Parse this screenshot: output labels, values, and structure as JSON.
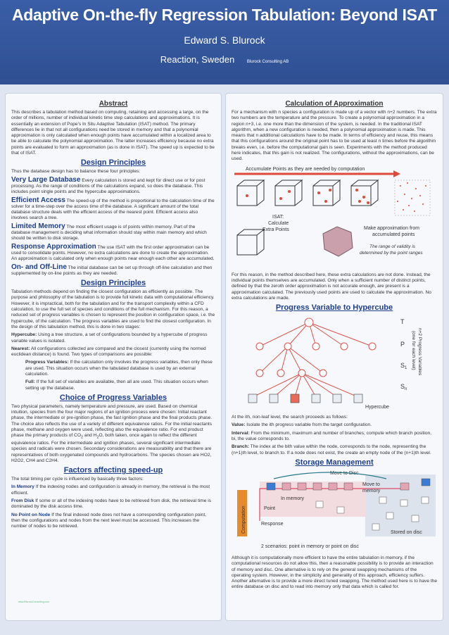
{
  "header": {
    "title": "Adaptive On-the-fly Regression Tabulation: Beyond ISAT",
    "author": "Edward S. Blurock",
    "affiliation": "Reaction, Sweden",
    "affiliation_small": "Blurock Consulting AB"
  },
  "abstract": {
    "heading": "Abstract",
    "text": "This describes a tabulation method based on computing, retaining and accessing a large, on the order of millions, number of individual kinetic time step calculations and approximations. It is essentially an extension of Pope's In Situ Adaptive Tabulation (ISAT) method. The primary differences lie in that not all configurations need be stored in memory and that a polynomial approximation is only calculated when enough points have accumulated within a localized area to be able to calculate the polynomial approximation. The latter increases efficiency because no extra points are evaluated to form an approximation (as is done in ISAT). The speed up is expected to be that of ISAT."
  },
  "design": {
    "heading": "Design Principles",
    "intro": "Thus the database design has to balance these four principles:",
    "items": [
      {
        "title": "Very Large Database",
        "text": "Every calculation is stored and kept for direct use or for post processing. As the range of conditions of the calculations expand, so does the database. This includes point single points and the hypercube approximations."
      },
      {
        "title": "Efficient Access",
        "text": "The speed-up of the method is proportional to the calculation time of the solver for a time-step over the access time of the database. A significant amount of the total database structure deals with the efficient access of the nearest point. Efficient access also involves search a tree."
      },
      {
        "title": "Limited Memory",
        "text": "The most efficient usage is of points within memory. Part of the database management is deciding what information should stay within main memory and which should be written to disk storage."
      },
      {
        "title": "Response Approximation",
        "text": "The use ISAT with the first order approximation can be used to consolidate points. However, no extra calculations are done to create the approximation. An approximation is calculated only when enough points near enough each other are accumulated."
      },
      {
        "title": "On- and Off-Line",
        "text": "The initial database can be set up through off-line calculation and then supplemented by on-line points as they are needed."
      }
    ]
  },
  "design2": {
    "heading": "Design Principles",
    "text": "Tabulation methods depend on finding the closest configuration as efficiently as possible. The purpose and philosophy of the tabulation is to provide full kinetic data with computational efficiency. However, it is impractical, both for the tabulation and for the transport complexity within a CFD calculation, to use the full set of species and conditions of the full mechanism. For this reason, a reduced set of progress variables is chosen to represent the position in configuration space, i.e. the hypercube, of the calculation. The progress variables are used to find the closest configuration. In the design of this tabulation method, this is done in two stages:",
    "hypercube_label": "Hypercube:",
    "hypercube_text": "Using a tree structure, a set of configurations bounded by a hypercube of progress variable values is isolated.",
    "nearest_label": "Nearest:",
    "nearest_text": "All configurations collected are compared and the closest (currently using the normed euclidean distance) is found. Two types of comparisons are possible:",
    "pv_label": "Progress Variables:",
    "pv_text": "If the calculation only involves the progress variables, then only these are used. This situation occurs when the tabulated database is used by an external calculation.",
    "full_label": "Full:",
    "full_text": "If the full set of variables are available, then all are used. This situation occurs when setting up the database."
  },
  "choice": {
    "heading": "Choice of Progress Variables",
    "text1": "Two physical parameters, namely temperature and pressure, are used. Based on chemical intuition, species from the four major regions of an ignition process were chosen: Initial reactant phase, the intermediate or pre-ignition phase, the fast ignition phase and the final products phase. The choice also reflects the use of a variety of different equivalence ratios. For the initial reactants phase, methane and oxygen were used, reflecting also the equivalence ratio. For end product phase the primary products of CO",
    "text2": "2",
    "text3": " and H",
    "text4": "2",
    "text5": "O, both taken, once again to reflect the different equivalence ratios. For the intermediate and ignition phases, several significant intermediate species and radicals were chosen. Secondary considerations are measurability and that there are representatives of both oxygenated compounds and hydrocarbons. The species chosen are HO2, H2O2, CH4 and C2H4."
  },
  "factors": {
    "heading": "Factors affecting speed-up",
    "intro": "The total timing per cycle is influenced by basically three factors:",
    "items": [
      {
        "title": "In Memory",
        "text": "If the indexing nodes and configuration is already in memory, the retrieval is the most efficient."
      },
      {
        "title": "From Disk",
        "text": "If some or all of the indexing nodes have to be retrieved from disk, the retrieval time is dominated by the disk access time."
      },
      {
        "title": "No Point on Node",
        "text": "If the final indexed node does not have a corresponding configuration point, then the configurations and nodes from the next level must be accessed. This increases the number of nodes to be retrieved."
      }
    ],
    "footnote": "www.BlurockConsulting.com"
  },
  "calc": {
    "heading": "Calculation of Approximation",
    "text": "For a mechanism with n species a configuration is made up of a vector with n+2 numbers. The extra two numbers are the temperature and the pressure. To create a polynomial approximation in a region n+3, i.e. one more than the dimension of the system, is needed. In the traditional ISAT algorithm, when a new configuration is needed, then a polynomial approximation is made. This means that n additional calculations have to be made. In terms of efficiency and reuse, this means that this configurations around the original point has to be used at least n times before the algorithm breaks even, i.e. before the computational gain is seen. Experiments with the method produced here indicates, that this gain is not realized. The configurations, without the approximations, can be used.",
    "fig_top": "Accumulate Points as they are needed by computation",
    "fig_isat": "ISAT:\nCalculate\nExtra Points",
    "fig_make": "Make approximation from accumulated points",
    "fig_range": "The range of validity is determined by the point ranges",
    "text2": "For this reason, in the method described here, these extra calculations are not done. Instead, the individual points themselves are accumulated. Only when a sufficient number of distinct points, defined by that the zeroth order approximation is not accurate enough, are present is a approximation calculated. The previously used points are used to calculate the approximation. No extra calculations are made."
  },
  "pvh": {
    "heading": "Progress Variable to Hypercube",
    "side_label": "n+2 Progress Variables (one for each level)",
    "levels": [
      "T",
      "P",
      "S1",
      "Sn"
    ],
    "hypercube_label": "Hypercube",
    "text_intro": "At the ith, non-leaf level, the search proceeds as follows:",
    "value_label": "Value:",
    "value_text": "Isolate the ith progress variable from the target configuration.",
    "interval_label": "Interval:",
    "interval_text": "From the minimum, maximum and number of branches, compute which branch position, bi, the value corresponds to.",
    "branch_label": "Branch:",
    "branch_text": "The index at the bith value within the node, corresponds to the node, representing the (n+1)th level, to branch to. If a node does not exist, the create an empty node of the (n+1)th level."
  },
  "storage": {
    "heading": "Storage Management",
    "move_disc": "Move to Disc",
    "move_memory": "Move to memory",
    "in_memory": "In memory",
    "point": "Point",
    "response": "Response",
    "computation": "Computation",
    "stored": "Stored on disc",
    "scenarios": "2 scenarios: point in memory or point on disc",
    "text": "Although it is computationally more efficient to have the entire tabulation in memory, if the computational resources do not allow this, then a reasonable possibility is to provide an interaction of memory and disc. One alternative is to rely on the general swapping mechanisms of the operating system. However, in the simplicity and generality of this approach, efficiency suffers. Another alternative is to provide a more direct tuned swapping. The method used here is to have the entire database on disc and to read into memory only that data which is called for."
  },
  "colors": {
    "header": "#3a5ea7",
    "accent": "#1f3f8a",
    "highlight": "#e04a3a"
  }
}
